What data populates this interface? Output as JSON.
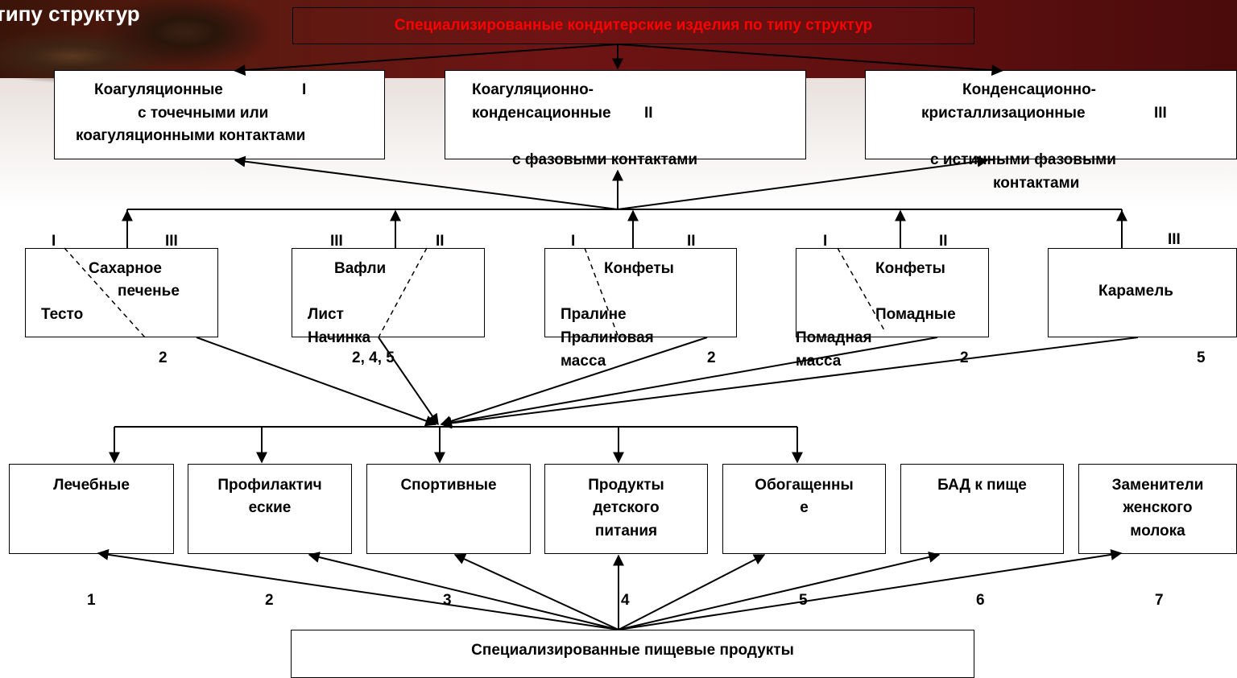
{
  "slide_title": "типу структур",
  "top_box_label": "Специализированные кондитерские изделия по типу структур",
  "structure_types": {
    "coag": {
      "line1": "Коагуляционные",
      "roman": "I",
      "line2": "с точечными или",
      "line3": "коагуляционными контактами"
    },
    "coagcond": {
      "line1": "Коагуляционно-",
      "line2": "конденсационные",
      "roman": "II",
      "extra": "с фазовыми контактами"
    },
    "condcryst": {
      "line1": "Конденсационно-",
      "line2": "кристаллизационные",
      "roman": "III",
      "extra1": "с истинными фазовыми",
      "extra2": "контактами"
    }
  },
  "products": [
    {
      "title1": "Сахарное",
      "title2": "печенье",
      "sub1": "Тесто",
      "left_mark": "I",
      "right_mark": "III",
      "number": "2"
    },
    {
      "title1": "Вафли",
      "sub1": "Лист",
      "sub2": "Начинка",
      "left_mark": "III",
      "right_mark": "II",
      "number": "2, 4, 5"
    },
    {
      "title1": "Конфеты",
      "sub1": "Пралине",
      "sub2": "Пралиновая",
      "sub3": "масса",
      "left_mark": "I",
      "right_mark": "II",
      "number": "2"
    },
    {
      "title1": "Конфеты",
      "sub1": "Помадные",
      "sub2": "Помадная",
      "sub3": "масса",
      "left_mark": "I",
      "right_mark": "II",
      "number": "2"
    },
    {
      "title1": "Карамель",
      "right_mark": "III",
      "number": "5"
    }
  ],
  "categories": [
    {
      "l1": "Лечебные",
      "number": "1"
    },
    {
      "l1": "Профилактич",
      "l2": "еские",
      "number": "2"
    },
    {
      "l1": "Спортивные",
      "number": "3"
    },
    {
      "l1": "Продукты",
      "l2": "детского",
      "l3": "питания",
      "number": "4"
    },
    {
      "l1": "Обогащенны",
      "l2": "е",
      "number": "5"
    },
    {
      "l1": "БАД к пище",
      "number": "6"
    },
    {
      "l1": "Заменители",
      "l2": "женского",
      "l3": "молока",
      "number": "7"
    }
  ],
  "bottom_box_label": "Специализированные пищевые продукты",
  "colors": {
    "header_bg": "#6e1414",
    "title_red": "#ff0000",
    "line": "#000000"
  }
}
